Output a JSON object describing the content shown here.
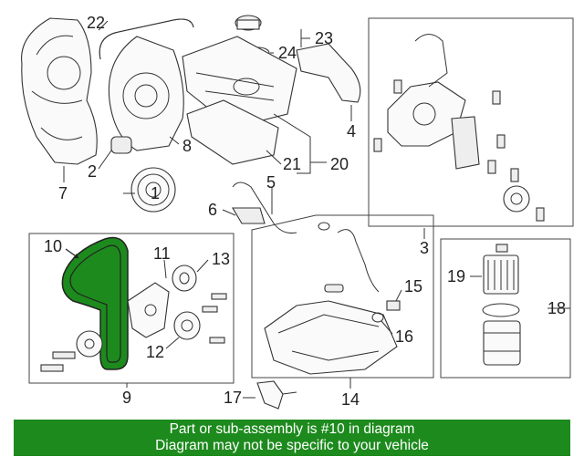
{
  "diagram": {
    "callouts": [
      "1",
      "2",
      "3",
      "4",
      "5",
      "6",
      "7",
      "8",
      "9",
      "10",
      "11",
      "12",
      "13",
      "14",
      "15",
      "16",
      "17",
      "18",
      "19",
      "20",
      "21",
      "22",
      "23",
      "24"
    ],
    "highlight_color": "#1d8a1d",
    "highlighted_part": "10"
  },
  "banner": {
    "line1": "Part or sub-assembly is #10 in diagram",
    "line2": "Diagram may not be specific to your vehicle",
    "background": "#1d8a1d"
  }
}
